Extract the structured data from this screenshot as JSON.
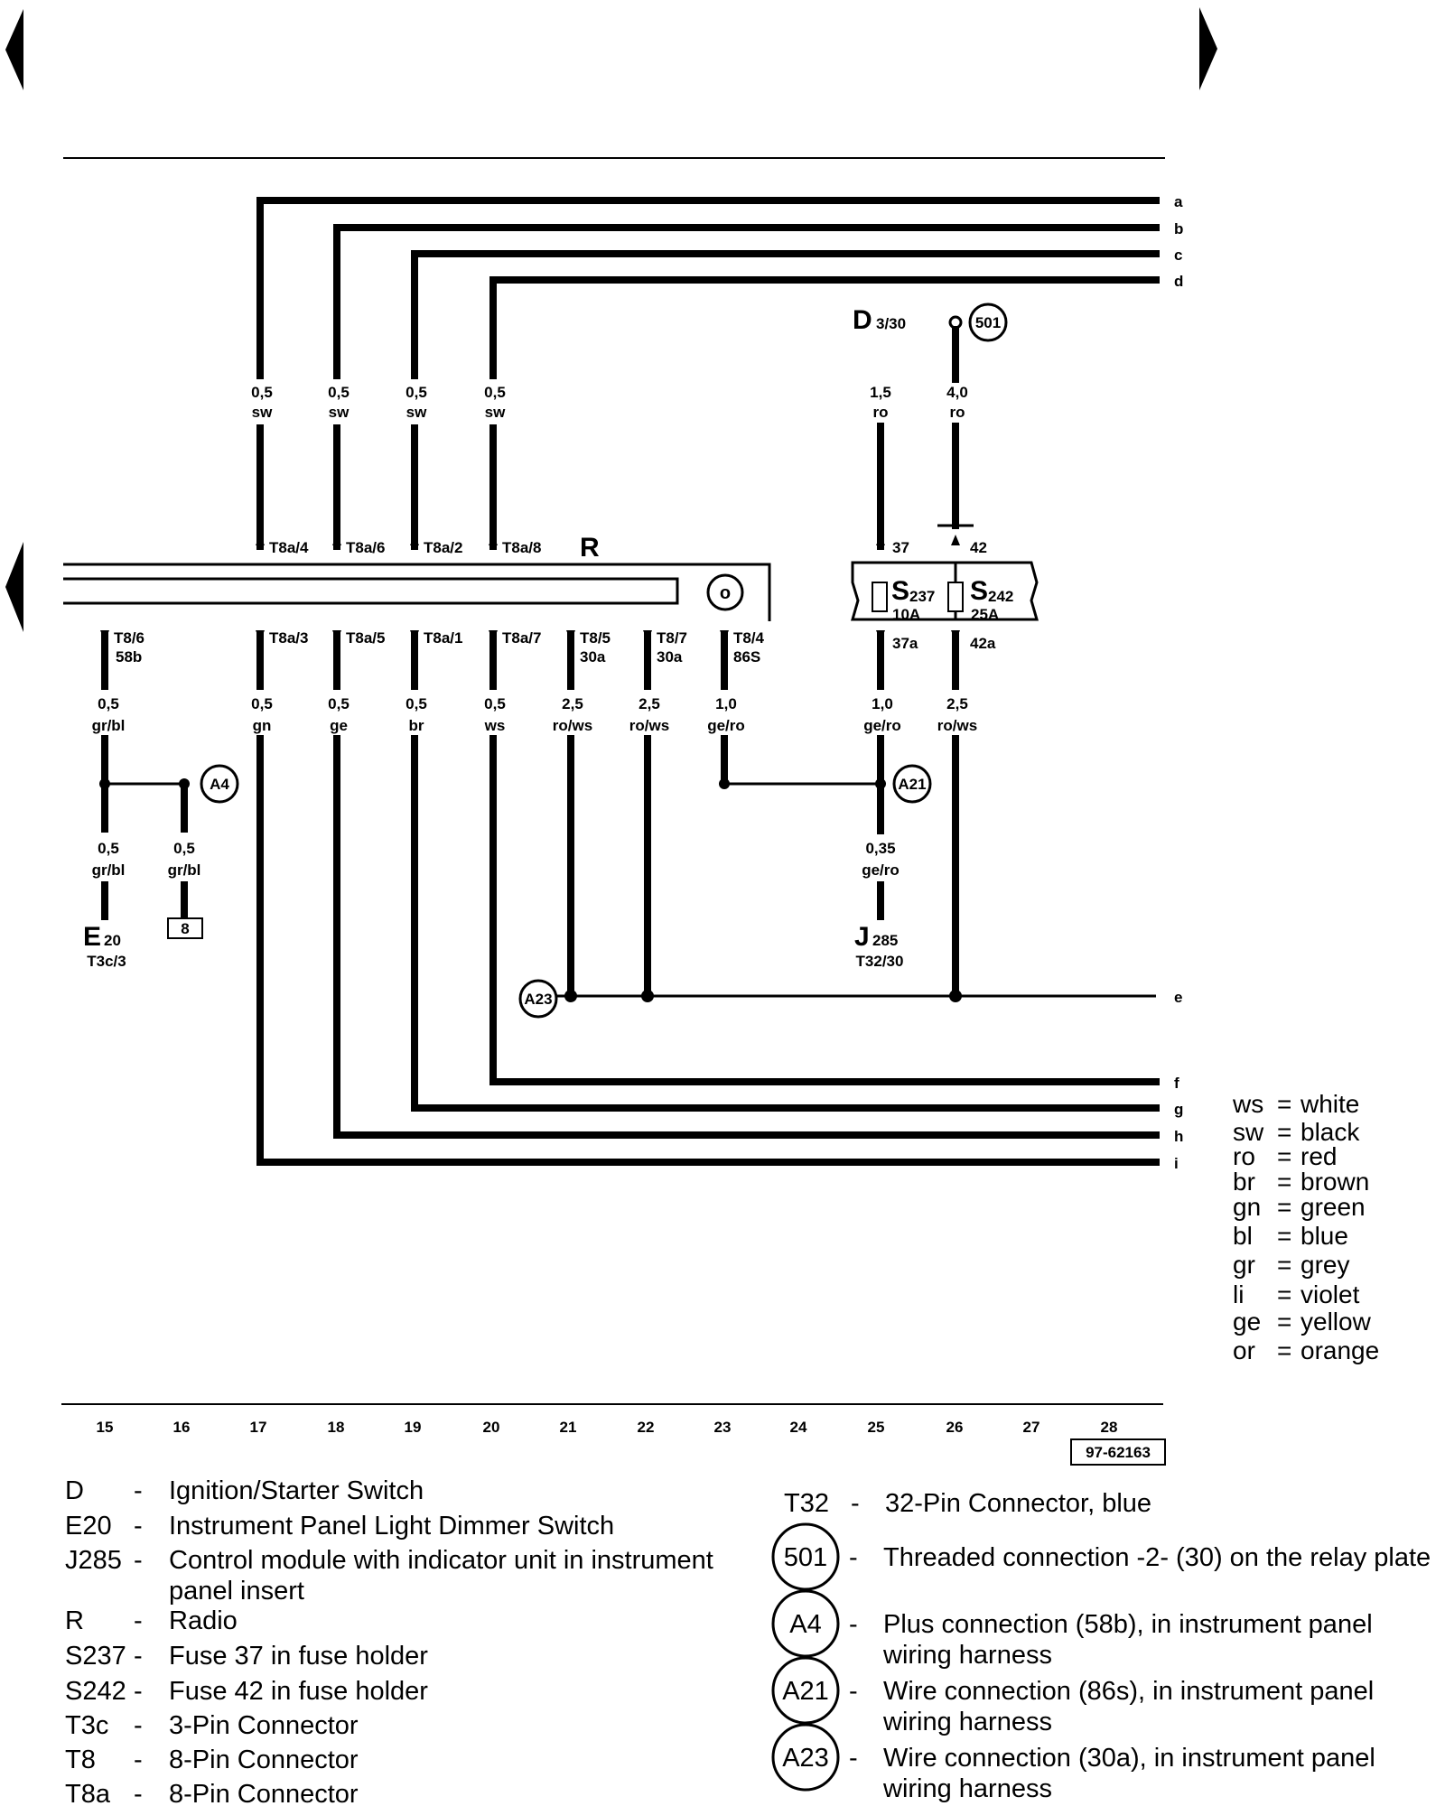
{
  "diagram": {
    "wire_ends_top": [
      "a",
      "b",
      "c",
      "d"
    ],
    "wire_ends_bottom": [
      "e",
      "f",
      "g",
      "h",
      "i"
    ],
    "upper_wires": [
      {
        "size": "0,5",
        "color": "sw",
        "pin": "T8a/4"
      },
      {
        "size": "0,5",
        "color": "sw",
        "pin": "T8a/6"
      },
      {
        "size": "0,5",
        "color": "sw",
        "pin": "T8a/2"
      },
      {
        "size": "0,5",
        "color": "sw",
        "pin": "T8a/8"
      }
    ],
    "radio_label": "R",
    "radio_ground": "o",
    "lower_wires": [
      {
        "pin": "T8/6",
        "sub": "58b",
        "size": "0,5",
        "color": "gr/bl"
      },
      {
        "pin": "T8a/3",
        "sub": "",
        "size": "0,5",
        "color": "gn"
      },
      {
        "pin": "T8a/5",
        "sub": "",
        "size": "0,5",
        "color": "ge"
      },
      {
        "pin": "T8a/1",
        "sub": "",
        "size": "0,5",
        "color": "br"
      },
      {
        "pin": "T8a/7",
        "sub": "",
        "size": "0,5",
        "color": "ws"
      },
      {
        "pin": "T8/5",
        "sub": "30a",
        "size": "2,5",
        "color": "ro/ws"
      },
      {
        "pin": "T8/7",
        "sub": "30a",
        "size": "2,5",
        "color": "ro/ws"
      },
      {
        "pin": "T8/4",
        "sub": "86S",
        "size": "1,0",
        "color": "ge/ro"
      }
    ],
    "d_label": "D",
    "d_sub": "3/30",
    "conn_501": "501",
    "wire_d": {
      "size": "1,5",
      "color": "ro"
    },
    "wire_501": {
      "size": "4,0",
      "color": "ro"
    },
    "fuse1": {
      "name": "S",
      "num": "237",
      "amp": "10A",
      "in": "37",
      "out": "37a"
    },
    "fuse2": {
      "name": "S",
      "num": "242",
      "amp": "25A",
      "in": "42",
      "out": "42a"
    },
    "wire_s237_out": {
      "size": "1,0",
      "color": "ge/ro"
    },
    "wire_s242_out": {
      "size": "2,5",
      "color": "ro/ws"
    },
    "conn_a4": "A4",
    "conn_a21": "A21",
    "conn_a23": "A23",
    "e20_wire": {
      "size": "0,5",
      "color": "gr/bl"
    },
    "a4_wire": {
      "size": "0,5",
      "color": "gr/bl"
    },
    "j285_wire": {
      "size": "0,35",
      "color": "ge/ro"
    },
    "e20_label": "E",
    "e20_sub": "20",
    "e20_pin": "T3c/3",
    "box8": "8",
    "j285_label": "J",
    "j285_sub": "285",
    "j285_pin": "T32/30",
    "grid": [
      "15",
      "16",
      "17",
      "18",
      "19",
      "20",
      "21",
      "22",
      "23",
      "24",
      "25",
      "26",
      "27",
      "28"
    ],
    "ref_code": "97-62163"
  },
  "color_legend": [
    {
      "code": "ws",
      "name": "white"
    },
    {
      "code": "sw",
      "name": "black"
    },
    {
      "code": "ro",
      "name": "red"
    },
    {
      "code": "br",
      "name": "brown"
    },
    {
      "code": "gn",
      "name": "green"
    },
    {
      "code": "bl",
      "name": "blue"
    },
    {
      "code": "gr",
      "name": "grey"
    },
    {
      "code": "li",
      "name": "violet"
    },
    {
      "code": "ge",
      "name": "yellow"
    },
    {
      "code": "or",
      "name": "orange"
    }
  ],
  "legend_left": [
    {
      "code": "D",
      "lines": [
        "Ignition/Starter Switch"
      ]
    },
    {
      "code": "E20",
      "lines": [
        "Instrument Panel Light Dimmer Switch"
      ]
    },
    {
      "code": "J285",
      "lines": [
        "Control module with indicator unit in instrument",
        "panel insert"
      ]
    },
    {
      "code": "R",
      "lines": [
        "Radio"
      ]
    },
    {
      "code": "S237",
      "lines": [
        "Fuse 37 in fuse holder"
      ]
    },
    {
      "code": "S242",
      "lines": [
        "Fuse 42 in fuse holder"
      ]
    },
    {
      "code": "T3c",
      "lines": [
        "3-Pin Connector"
      ]
    },
    {
      "code": "T8",
      "lines": [
        "8-Pin Connector"
      ]
    },
    {
      "code": "T8a",
      "lines": [
        "8-Pin Connector"
      ]
    }
  ],
  "legend_right": [
    {
      "code": "T32",
      "circled": false,
      "lines": [
        "32-Pin Connector, blue"
      ]
    },
    {
      "code": "501",
      "circled": true,
      "lines": [
        "Threaded connection -2- (30) on the relay plate"
      ]
    },
    {
      "code": "A4",
      "circled": true,
      "lines": [
        "Plus connection (58b), in instrument panel",
        "wiring harness"
      ]
    },
    {
      "code": "A21",
      "circled": true,
      "lines": [
        "Wire connection (86s), in instrument panel",
        "wiring harness"
      ]
    },
    {
      "code": "A23",
      "circled": true,
      "lines": [
        "Wire connection (30a), in instrument panel",
        "wiring harness"
      ]
    }
  ]
}
